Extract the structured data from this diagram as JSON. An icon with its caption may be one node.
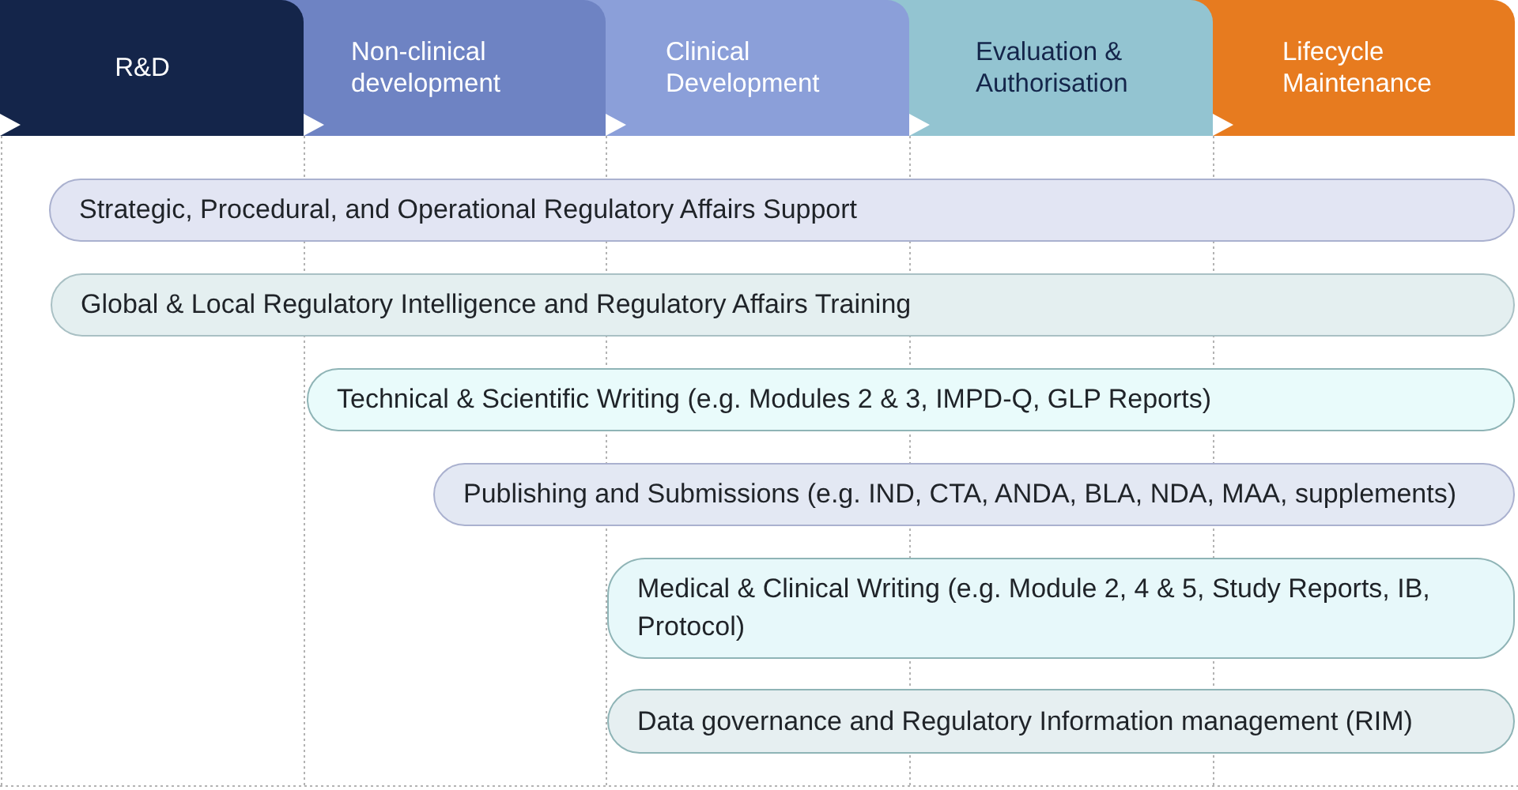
{
  "diagram": {
    "nodes": [
      {
        "text": [
          "R&D"
        ]
      },
      {
        "text": [
          "Non-clinical development"
        ]
      },
      {
        "text": [
          "Clinical Development"
        ]
      },
      {
        "text": [
          "Evaluation & Authorisation"
        ]
      },
      {
        "text": [
          "Lifecycle Maintenance"
        ]
      },
      {
        "text": [
          "Strategic, Procedural, and Operational Regulatory Affairs Support"
        ]
      },
      {
        "text": [
          "Global & Local Regulatory Intelligence and Regulatory Affairs Training"
        ]
      },
      {
        "text": [
          "Technical & Scientific Writing (e.g. Modules 2 & 3, IMPD-Q, GLP Reports)"
        ]
      },
      {
        "text": [
          "Publishing and Submissions (e.g. IND, CTA, ANDA, BLA, NDA, MAA, supplements)"
        ]
      },
      {
        "text": [
          "Medical & Clinical Writing (e.g. Module 2, 4 & 5, Study Reports, IB, Protocol)"
        ]
      },
      {
        "text": [
          "Data governance and Regulatory Information management (RIM)"
        ]
      }
    ]
  }
}
